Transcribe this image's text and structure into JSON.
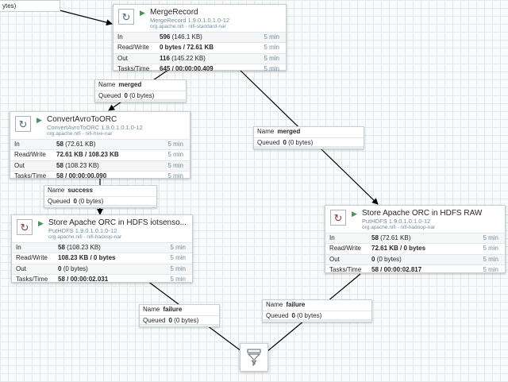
{
  "canvas_fragment": {
    "text": "ytes)"
  },
  "processors": {
    "merge_record": {
      "name": "MergeRecord",
      "type": "MergeRecord 1.9.0.1.0.1.0-12",
      "bundle": "org.apache.nifi - nifi-standard-nar",
      "icon": "processor-icon",
      "state_icon": "running-icon",
      "stats": [
        {
          "label": "In",
          "value": "596",
          "extra": "(146.1 KB)",
          "period": "5 min"
        },
        {
          "label": "Read/Write",
          "value": "0 bytes / 72.61 KB",
          "extra": "",
          "period": "5 min"
        },
        {
          "label": "Out",
          "value": "116",
          "extra": "(145.22 KB)",
          "period": "5 min"
        },
        {
          "label": "Tasks/Time",
          "value": "645 / 00:00:00.409",
          "extra": "",
          "period": "5 min"
        }
      ]
    },
    "convert_avro": {
      "name": "ConvertAvroToORC",
      "type": "ConvertAvroToORC 1.9.0.1.0.1.0-12",
      "bundle": "org.apache.nifi - nifi-hive-nar",
      "icon": "processor-icon",
      "state_icon": "running-icon",
      "stats": [
        {
          "label": "In",
          "value": "58",
          "extra": "(72.61 KB)",
          "period": "5 min"
        },
        {
          "label": "Read/Write",
          "value": "72.61 KB / 108.23 KB",
          "extra": "",
          "period": "5 min"
        },
        {
          "label": "Out",
          "value": "58",
          "extra": "(108.23 KB)",
          "period": "5 min"
        },
        {
          "label": "Tasks/Time",
          "value": "58 / 00:00:00.090",
          "extra": "",
          "period": "5 min"
        }
      ]
    },
    "store_iot": {
      "name": "Store Apache ORC in HDFS iotsenso...",
      "type": "PutHDFS 1.9.0.1.0.1.0-12",
      "bundle": "org.apache.nifi - nifi-hadoop-nar",
      "icon": "processor-icon",
      "state_icon": "running-icon",
      "stats": [
        {
          "label": "In",
          "value": "58",
          "extra": "(108.23 KB)",
          "period": "5 min"
        },
        {
          "label": "Read/Write",
          "value": "108.23 KB / 0 bytes",
          "extra": "",
          "period": "5 min"
        },
        {
          "label": "Out",
          "value": "0",
          "extra": "(0 bytes)",
          "period": "5 min"
        },
        {
          "label": "Tasks/Time",
          "value": "58 / 00:00:02.031",
          "extra": "",
          "period": "5 min"
        }
      ]
    },
    "store_raw": {
      "name": "Store Apache ORC in HDFS RAW",
      "type": "PutHDFS 1.9.0.1.0.1.0-12",
      "bundle": "org.apache.nifi - nifi-hadoop-nar",
      "icon": "processor-icon",
      "state_icon": "running-icon",
      "stats": [
        {
          "label": "In",
          "value": "58",
          "extra": "(72.61 KB)",
          "period": "5 min"
        },
        {
          "label": "Read/Write",
          "value": "72.61 KB / 0 bytes",
          "extra": "",
          "period": "5 min"
        },
        {
          "label": "Out",
          "value": "0",
          "extra": "(0 bytes)",
          "period": "5 min"
        },
        {
          "label": "Tasks/Time",
          "value": "58 / 00:00:02.817",
          "extra": "",
          "period": "5 min"
        }
      ]
    }
  },
  "connections": {
    "merged_left": {
      "name_label": "Name",
      "name": "merged",
      "queued_label": "Queued",
      "count": "0",
      "size": "(0 bytes)"
    },
    "merged_right": {
      "name_label": "Name",
      "name": "merged",
      "queued_label": "Queued",
      "count": "0",
      "size": "(0 bytes)"
    },
    "success": {
      "name_label": "Name",
      "name": "success",
      "queued_label": "Queued",
      "count": "0",
      "size": "(0 bytes)"
    },
    "failure_left": {
      "name_label": "Name",
      "name": "failure",
      "queued_label": "Queued",
      "count": "0",
      "size": "(0 bytes)"
    },
    "failure_right": {
      "name_label": "Name",
      "name": "failure",
      "queued_label": "Queued",
      "count": "0",
      "size": "(0 bytes)"
    }
  },
  "funnel": {
    "icon": "funnel-icon"
  },
  "colors": {
    "running": "#4a8f5c",
    "edge": "#000000",
    "muted": "#728e9b",
    "border": "#c8cfd3"
  }
}
